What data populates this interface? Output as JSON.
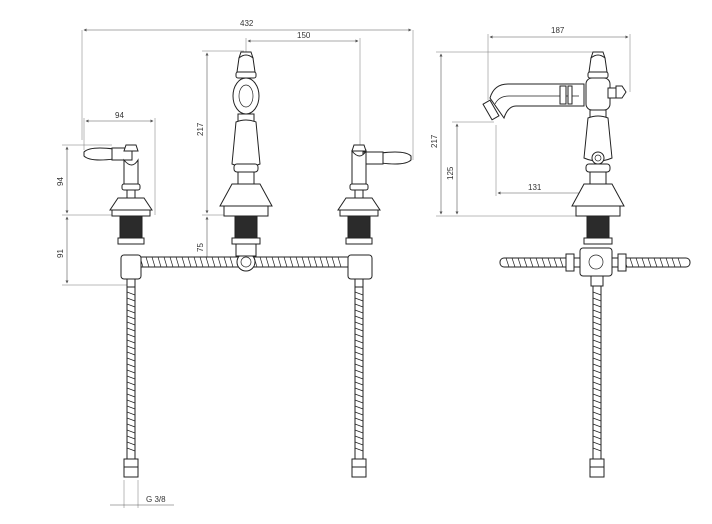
{
  "dimensions": {
    "total_width": "432",
    "center_spacing": "150",
    "lever_reach": "94",
    "spout_height_front": "217",
    "lever_height": "94",
    "base_height": "91",
    "stem_offset": "75",
    "side_reach": "187",
    "side_height": "217",
    "outlet_height": "125",
    "spout_projection": "131"
  },
  "labels": {
    "thread": "G 3/8"
  },
  "colors": {
    "line": "#222222",
    "dimension": "#555555",
    "fill_dark": "#2b2b2b"
  }
}
